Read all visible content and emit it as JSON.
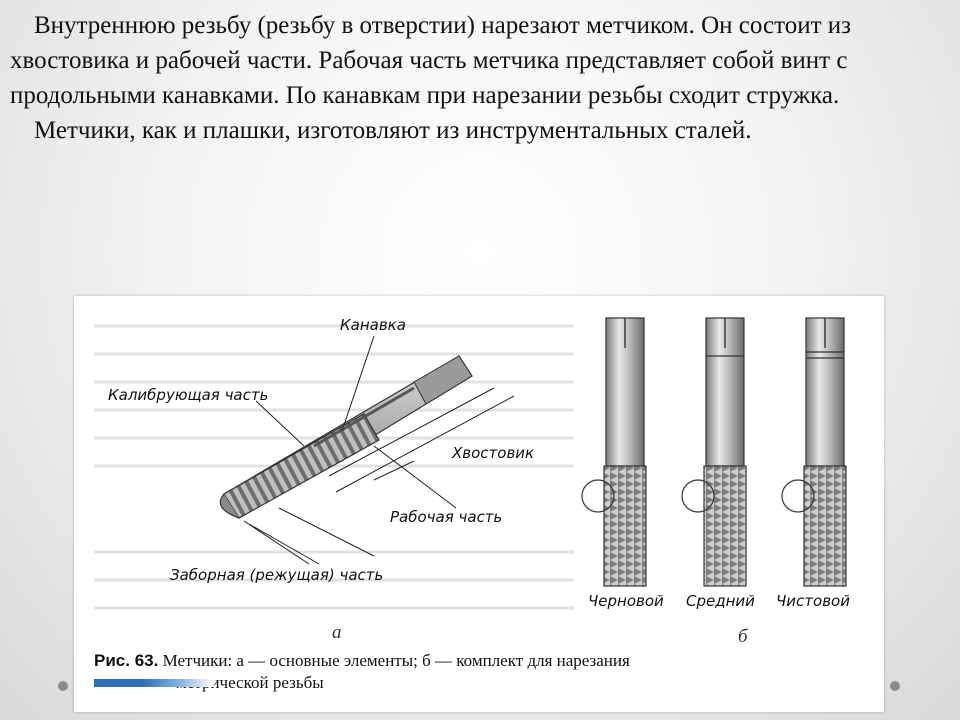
{
  "paragraphs": [
    "Внутреннюю резьбу (резьбу в отверстии) нарезают метчиком. Он состоит из хвостовика и рабочей части. Рабочая часть метчика представляет собой винт с продольными канавками. По канавкам при нарезании резьбы сходит стружка.",
    "Метчики, как и плашки, изготовляют из инструментальных сталей."
  ],
  "figure": {
    "labels": {
      "groove": "Канавка",
      "calibrating": "Калибрующая часть",
      "shank": "Хвостовик",
      "working": "Рабочая часть",
      "cutting": "Заборная (режущая) часть",
      "rough": "Черновой",
      "middle": "Средний",
      "finish": "Чистовой"
    },
    "sub_a": "а",
    "sub_b": "б",
    "caption_num": "Рис. 63.",
    "caption_line1": "Метчики: а — основные элементы; б — комплект для нарезания",
    "caption_line2": "метрической резьбы"
  }
}
